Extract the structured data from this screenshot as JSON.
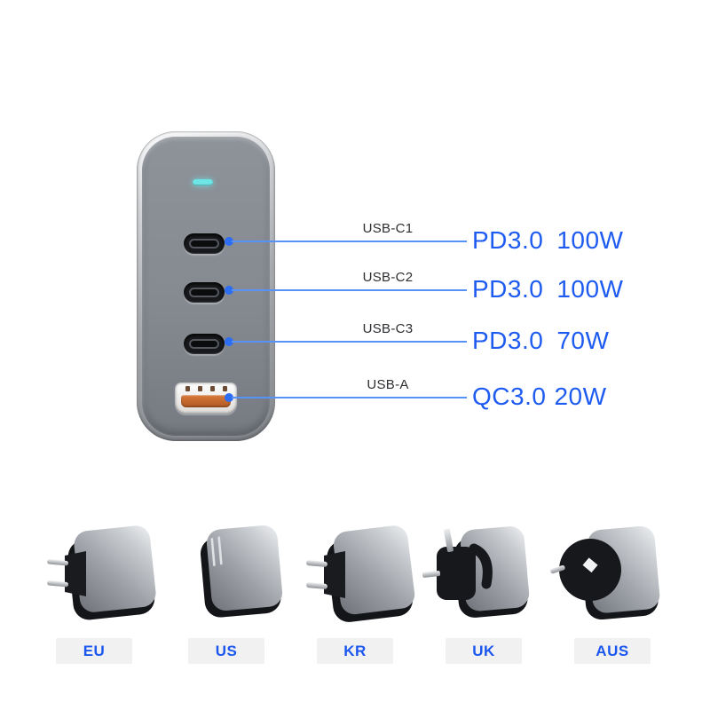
{
  "charger": {
    "led": {
      "name": "status-led",
      "color": "#6ee6e8",
      "state": "on"
    },
    "ports": [
      {
        "label": "USB-C1",
        "type": "usb-c",
        "protocol": "PD3.0",
        "power": "100W"
      },
      {
        "label": "USB-C2",
        "type": "usb-c",
        "protocol": "PD3.0",
        "power": "100W"
      },
      {
        "label": "USB-C3",
        "type": "usb-c",
        "protocol": "PD3.0",
        "power": "70W"
      },
      {
        "label": "USB-A",
        "type": "usb-a",
        "protocol": "QC3.0",
        "power": "20W"
      }
    ]
  },
  "plugs": [
    {
      "label": "EU"
    },
    {
      "label": "US"
    },
    {
      "label": "KR"
    },
    {
      "label": "UK"
    },
    {
      "label": "AUS"
    }
  ],
  "colors": {
    "spec_text": "#1e5bf0",
    "callout_line": "#5793f7",
    "callout_dot": "#2d6ef3",
    "port_label_text": "#2c2e31",
    "led": "#6ee6e8",
    "usb_a_tongue": "#c2662a",
    "plug_label_text": "#1b57ee",
    "plug_label_bg": "#f1f1f2",
    "background": "#ffffff"
  }
}
